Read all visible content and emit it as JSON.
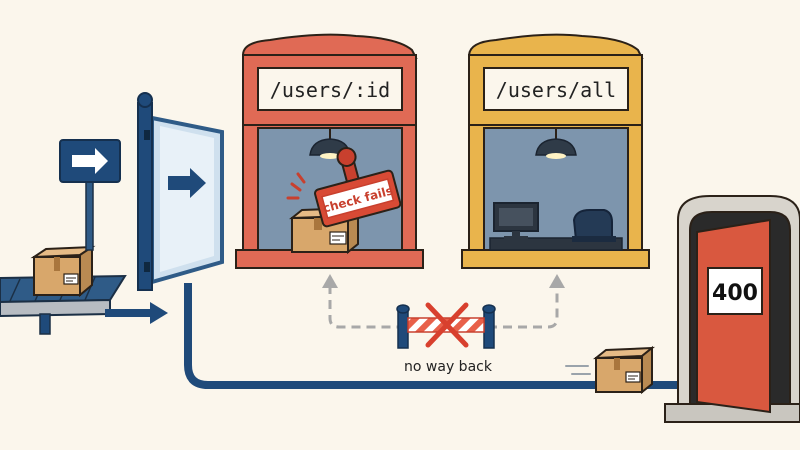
{
  "windows": {
    "left_route": "/users/:id",
    "right_route": "/users/all"
  },
  "stamp": {
    "text": "check fails"
  },
  "barrier": {
    "label": "no way back"
  },
  "door": {
    "status": "400"
  },
  "colors": {
    "background": "#fbf6ec",
    "navy": "#1f4a7a",
    "red_window": "#e06a55",
    "yellow_window": "#e9b44c",
    "interior": "#7d95ad",
    "door_red": "#d9583f",
    "box": "#d8a76b"
  },
  "icons": [
    "right-arrow-sign-icon",
    "lamp-icon",
    "stamp-icon",
    "package-icon",
    "monitor-icon",
    "chair-icon",
    "barrier-icon",
    "x-mark-icon"
  ]
}
